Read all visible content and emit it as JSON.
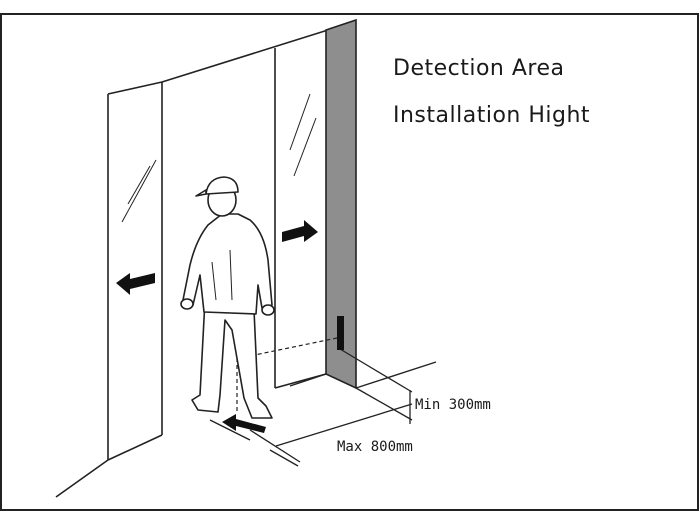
{
  "labels": {
    "detection_area": "Detection Area",
    "installation_height": "Installation Hight",
    "min_distance": "Min 300mm",
    "max_distance": "Max 800mm"
  },
  "icons": [
    "person-icon",
    "arrow-left-icon",
    "arrow-right-icon",
    "arrow-approach-icon",
    "sensor-icon"
  ]
}
